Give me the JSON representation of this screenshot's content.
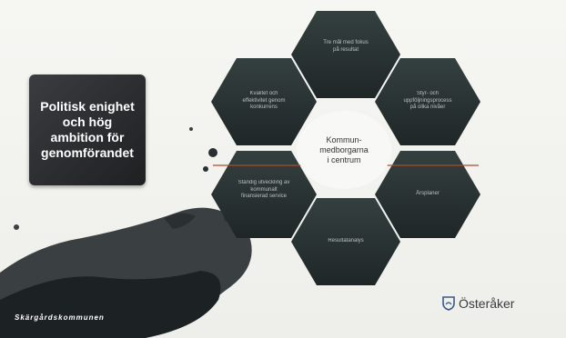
{
  "banner": {
    "text": "Politisk enighet\noch hög\nambition för\ngenomförandet"
  },
  "center": {
    "text": "Kommun-\nmedborgarna\ni centrum"
  },
  "hexagons": [
    {
      "label": "Tre mål med fokus\npå resultat"
    },
    {
      "label": "Styr- och\nuppföljningsprocess\npå olika nivåer"
    },
    {
      "label": "Årsplaner"
    },
    {
      "label": "Resultatanalys"
    },
    {
      "label": "Ständig utveckling av\nkommunalt\nfinansierad service"
    },
    {
      "label": "Kvalitet och\neffektivitet genom\nkonkurrens"
    }
  ],
  "bottom_label": "Skärgårdskommunen",
  "logo": {
    "text": "Österåker",
    "icon": "shield-icon"
  },
  "colors": {
    "hex_fill": "#2f3a3d",
    "hex_fill_dark": "#232a2c",
    "banner_fill": "#2b2d2f",
    "accent_line": "#b04a2e"
  }
}
